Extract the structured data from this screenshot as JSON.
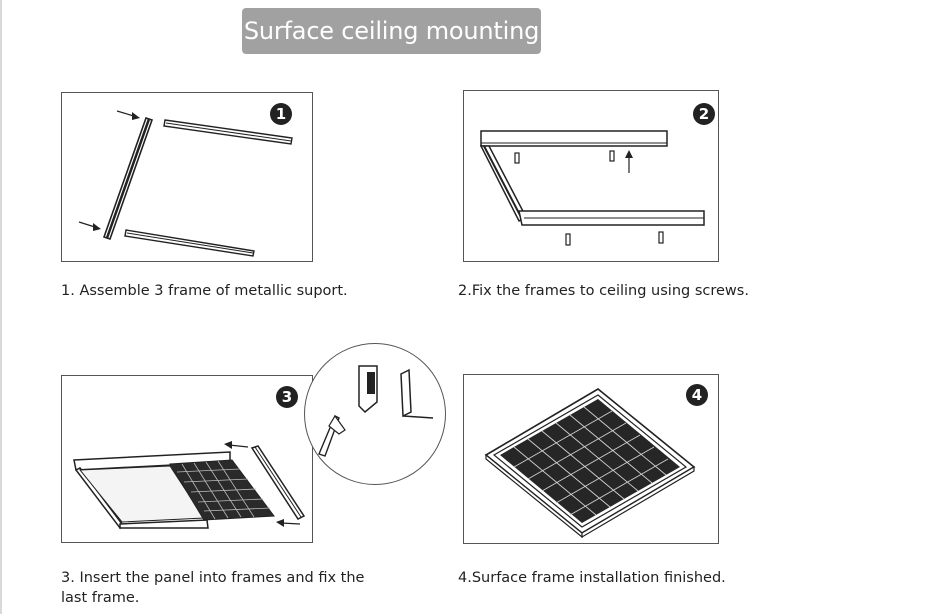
{
  "title": "Surface ceiling mounting",
  "steps": [
    {
      "number": "1",
      "caption": "1. Assemble 3 frame of metallic suport."
    },
    {
      "number": "2",
      "caption": "2.Fix the frames to ceiling using screws."
    },
    {
      "number": "3",
      "caption": "3. Insert the panel into frames and fix the last frame."
    },
    {
      "number": "4",
      "caption": "4.Surface frame installation finished."
    }
  ],
  "colors": {
    "title_badge_bg": "#a1a1a1",
    "title_text": "#ffffff",
    "line_art": "#222222"
  }
}
